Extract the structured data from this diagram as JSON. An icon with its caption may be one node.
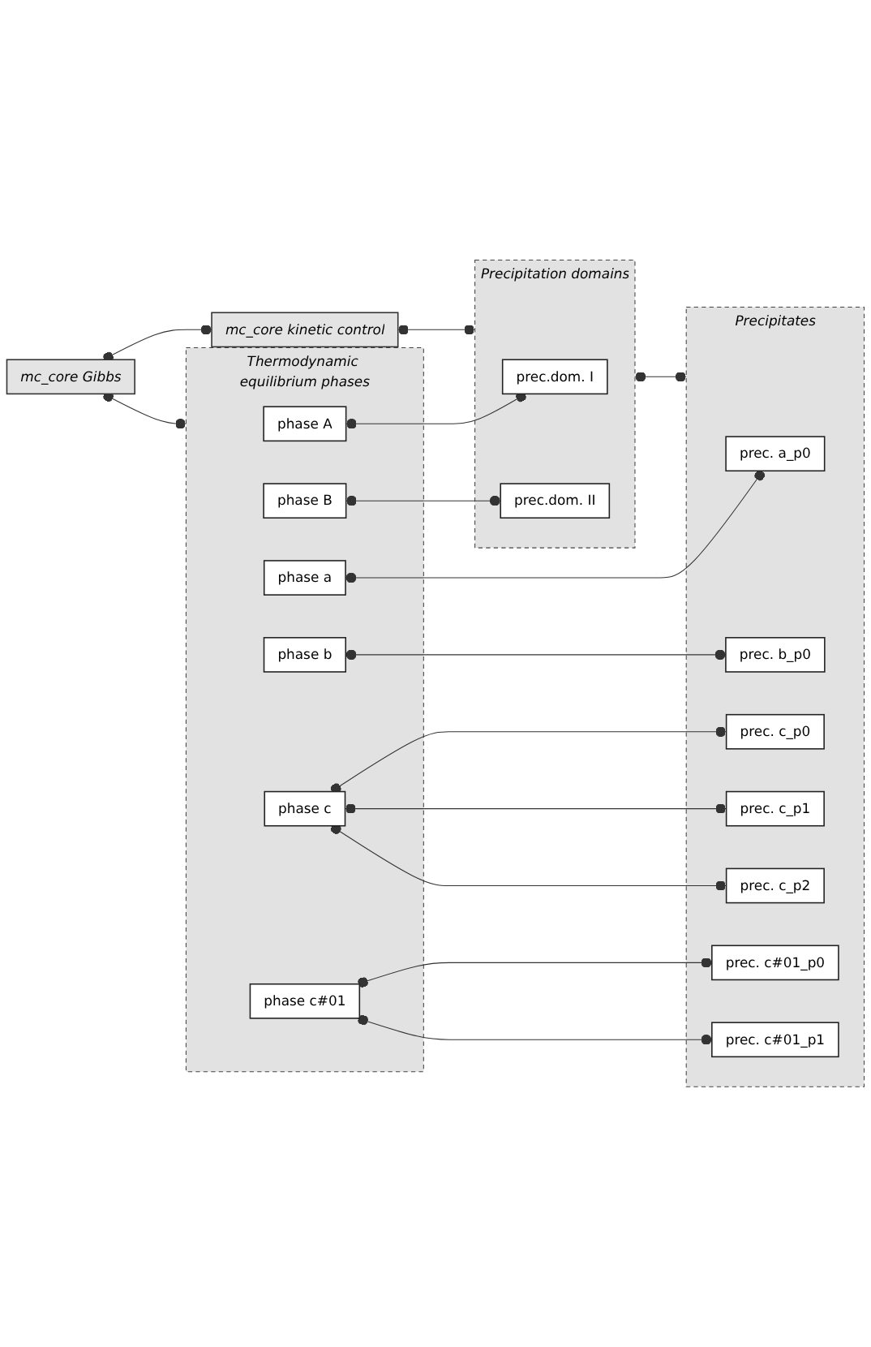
{
  "diagram": {
    "nodes": [
      {
        "text": [
          "mc_core Gibbs"
        ]
      },
      {
        "text": [
          "mc_core kinetic control"
        ]
      },
      {
        "text": [
          "Thermodynamic equilibrium phases"
        ]
      },
      {
        "text": [
          "phase A"
        ],
        "in": 2
      },
      {
        "text": [
          "phase B"
        ],
        "in": 2
      },
      {
        "text": [
          "phase a"
        ],
        "in": 2
      },
      {
        "text": [
          "phase b"
        ],
        "in": 2
      },
      {
        "text": [
          "phase c"
        ],
        "in": 2
      },
      {
        "text": [
          "phase c#01"
        ],
        "in": 2
      },
      {
        "text": [
          "Precipitation domains"
        ]
      },
      {
        "text": [
          "prec.dom. I"
        ],
        "in": 9
      },
      {
        "text": [
          "prec.dom. II"
        ],
        "in": 9
      },
      {
        "text": [
          "Precipitates"
        ]
      },
      {
        "text": [
          "prec. a_p0"
        ],
        "in": 12
      },
      {
        "text": [
          "prec. b_p0"
        ],
        "in": 12
      },
      {
        "text": [
          "prec. c_p0"
        ],
        "in": 12
      },
      {
        "text": [
          "prec. c_p1"
        ],
        "in": 12
      },
      {
        "text": [
          "prec. c_p2"
        ],
        "in": 12
      },
      {
        "text": [
          "prec. c#01_p0"
        ],
        "in": 12
      },
      {
        "text": [
          "prec. c#01_p1"
        ],
        "in": 12
      }
    ],
    "edges": [
      {
        "from": 0,
        "to": 1,
        "arrow": "other"
      },
      {
        "from": 0,
        "to": 2,
        "arrow": "other"
      },
      {
        "from": 1,
        "to": 9,
        "arrow": "other"
      },
      {
        "from": 9,
        "to": 12,
        "arrow": "other"
      },
      {
        "from": 3,
        "to": 10,
        "arrow": "other"
      },
      {
        "from": 4,
        "to": 11,
        "arrow": "other"
      },
      {
        "from": 5,
        "to": 13,
        "arrow": "other"
      },
      {
        "from": 6,
        "to": 14,
        "arrow": "other"
      },
      {
        "from": 7,
        "to": 15,
        "arrow": "other"
      },
      {
        "from": 7,
        "to": 16,
        "arrow": "other"
      },
      {
        "from": 7,
        "to": 17,
        "arrow": "other"
      },
      {
        "from": 8,
        "to": 18,
        "arrow": "other"
      },
      {
        "from": 8,
        "to": 19,
        "arrow": "other"
      }
    ]
  }
}
